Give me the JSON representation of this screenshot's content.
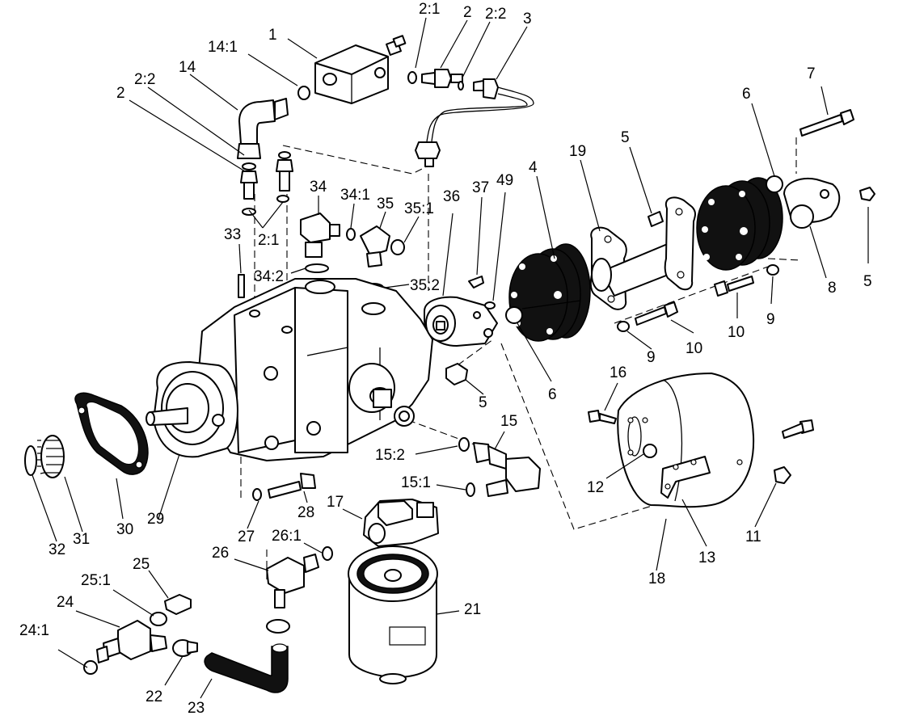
{
  "callouts": [
    {
      "id": "1",
      "text": "1"
    },
    {
      "id": "2-1-top",
      "text": "2:1"
    },
    {
      "id": "2-top",
      "text": "2"
    },
    {
      "id": "2-2-top",
      "text": "2:2"
    },
    {
      "id": "3",
      "text": "3"
    },
    {
      "id": "14-1",
      "text": "14:1"
    },
    {
      "id": "14",
      "text": "14"
    },
    {
      "id": "2-2-left",
      "text": "2:2"
    },
    {
      "id": "2-left",
      "text": "2"
    },
    {
      "id": "7",
      "text": "7"
    },
    {
      "id": "6-top",
      "text": "6"
    },
    {
      "id": "5-top",
      "text": "5"
    },
    {
      "id": "19",
      "text": "19"
    },
    {
      "id": "4",
      "text": "4"
    },
    {
      "id": "34",
      "text": "34"
    },
    {
      "id": "34-1",
      "text": "34:1"
    },
    {
      "id": "35",
      "text": "35"
    },
    {
      "id": "36",
      "text": "36"
    },
    {
      "id": "37",
      "text": "37"
    },
    {
      "id": "49",
      "text": "49"
    },
    {
      "id": "2-1-mid",
      "text": "2:1"
    },
    {
      "id": "33",
      "text": "33"
    },
    {
      "id": "35-1",
      "text": "35:1"
    },
    {
      "id": "34-2",
      "text": "34:2"
    },
    {
      "id": "35-2",
      "text": "35:2"
    },
    {
      "id": "5-right",
      "text": "5"
    },
    {
      "id": "8",
      "text": "8"
    },
    {
      "id": "9-right",
      "text": "9"
    },
    {
      "id": "10-right",
      "text": "10"
    },
    {
      "id": "9-mid",
      "text": "9"
    },
    {
      "id": "10-mid",
      "text": "10"
    },
    {
      "id": "6-mid",
      "text": "6"
    },
    {
      "id": "5-mid",
      "text": "5"
    },
    {
      "id": "16",
      "text": "16"
    },
    {
      "id": "15",
      "text": "15"
    },
    {
      "id": "15-2",
      "text": "15:2"
    },
    {
      "id": "15-1",
      "text": "15:1"
    },
    {
      "id": "12",
      "text": "12"
    },
    {
      "id": "11",
      "text": "11"
    },
    {
      "id": "13",
      "text": "13"
    },
    {
      "id": "18",
      "text": "18"
    },
    {
      "id": "17",
      "text": "17"
    },
    {
      "id": "28",
      "text": "28"
    },
    {
      "id": "27",
      "text": "27"
    },
    {
      "id": "26-1",
      "text": "26:1"
    },
    {
      "id": "26",
      "text": "26"
    },
    {
      "id": "29",
      "text": "29"
    },
    {
      "id": "30",
      "text": "30"
    },
    {
      "id": "31",
      "text": "31"
    },
    {
      "id": "32",
      "text": "32"
    },
    {
      "id": "25",
      "text": "25"
    },
    {
      "id": "25-1",
      "text": "25:1"
    },
    {
      "id": "24",
      "text": "24"
    },
    {
      "id": "24-1",
      "text": "24:1"
    },
    {
      "id": "21",
      "text": "21"
    },
    {
      "id": "22",
      "text": "22"
    },
    {
      "id": "23",
      "text": "23"
    }
  ]
}
